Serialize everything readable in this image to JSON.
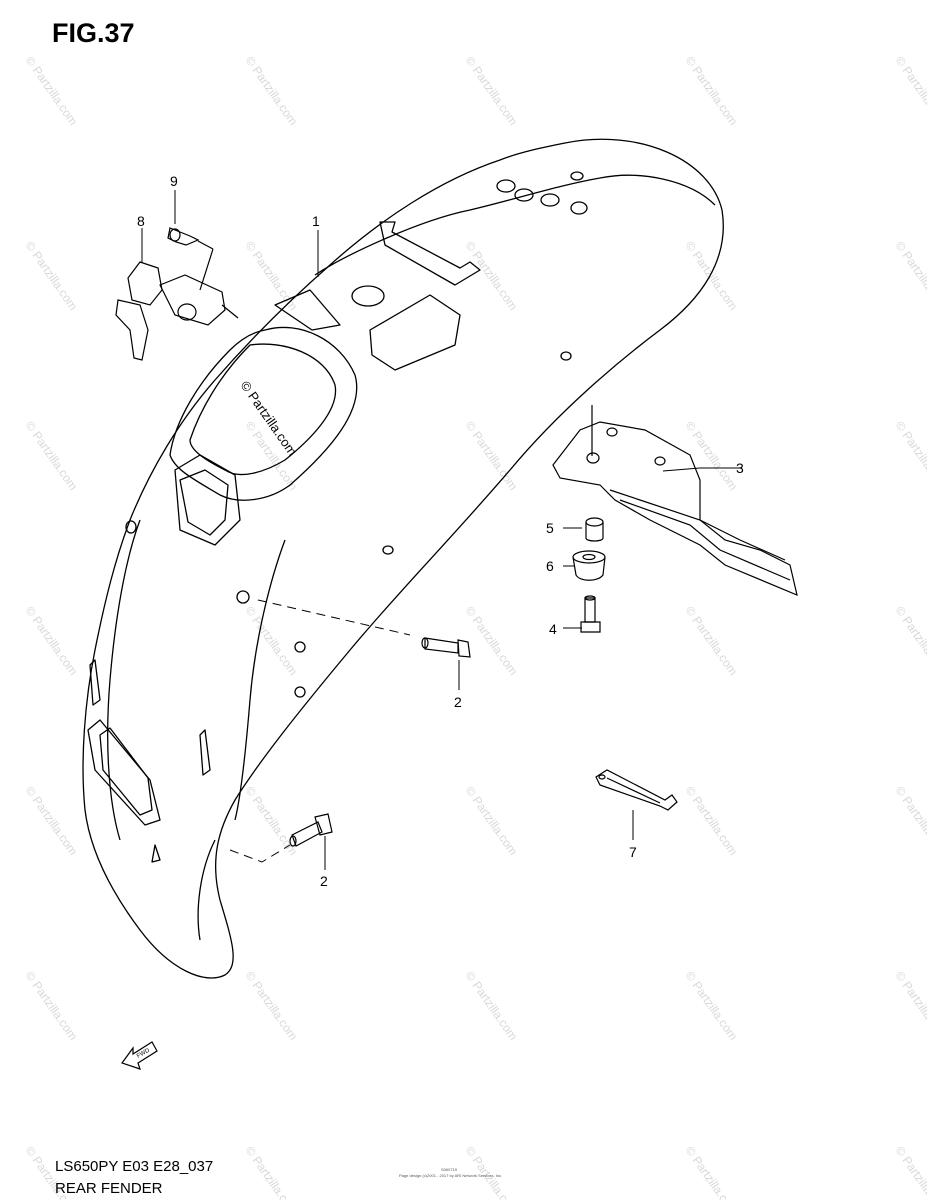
{
  "figure": {
    "title": "FIG.37",
    "model_code": "LS650PY E03 E28_037",
    "section_name": "REAR FENDER",
    "fine_code": "S060719",
    "fine_copyright": "Page design (c)2001 - 2017 by ARI Network Services, Inc.",
    "watermark_text": "© Partzilla.com",
    "fwd_label": "FWD"
  },
  "callouts": [
    {
      "number": "1",
      "part": "rear fender"
    },
    {
      "number": "2",
      "part": "bolt"
    },
    {
      "number": "2",
      "part": "bolt"
    },
    {
      "number": "3",
      "part": "bracket"
    },
    {
      "number": "4",
      "part": "bolt"
    },
    {
      "number": "5",
      "part": "spacer"
    },
    {
      "number": "6",
      "part": "cushion"
    },
    {
      "number": "7",
      "part": "clamp"
    },
    {
      "number": "8",
      "part": "lock with keys"
    },
    {
      "number": "9",
      "part": "screw"
    }
  ]
}
